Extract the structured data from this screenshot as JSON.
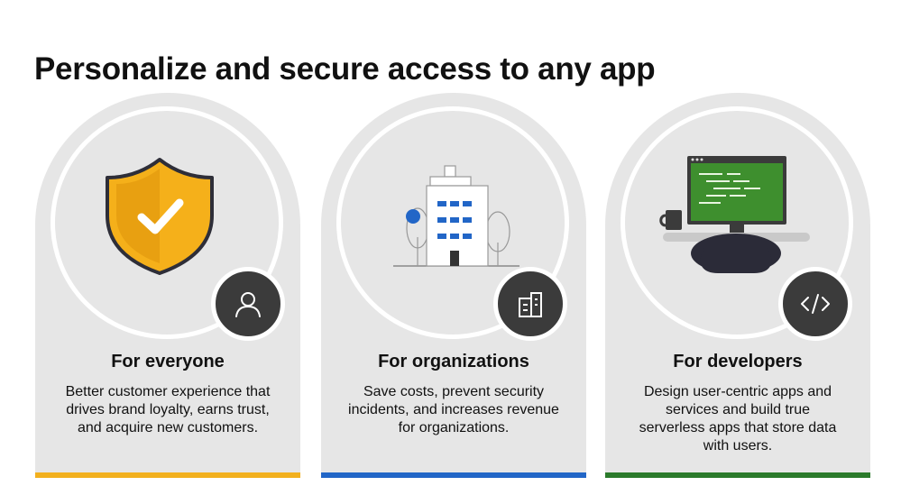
{
  "title": "Personalize and secure access to any app",
  "cards": [
    {
      "heading": "For everyone",
      "description": "Better customer experience that drives brand loyalty, earns trust, and acquire new customers.",
      "accent": "#f2b01e",
      "illustration": "shield-check-icon",
      "badge_icon": "person-icon"
    },
    {
      "heading": "For organizations",
      "description": "Save costs, prevent security incidents, and increases revenue for organizations.",
      "accent": "#2266c7",
      "illustration": "office-building-icon",
      "badge_icon": "buildings-icon"
    },
    {
      "heading": "For developers",
      "description": "Design user-centric apps and services and build true serverless apps that store data with users.",
      "accent": "#2b7a2b",
      "illustration": "developer-desk-monitor-icon",
      "badge_icon": "code-brackets-icon"
    }
  ]
}
